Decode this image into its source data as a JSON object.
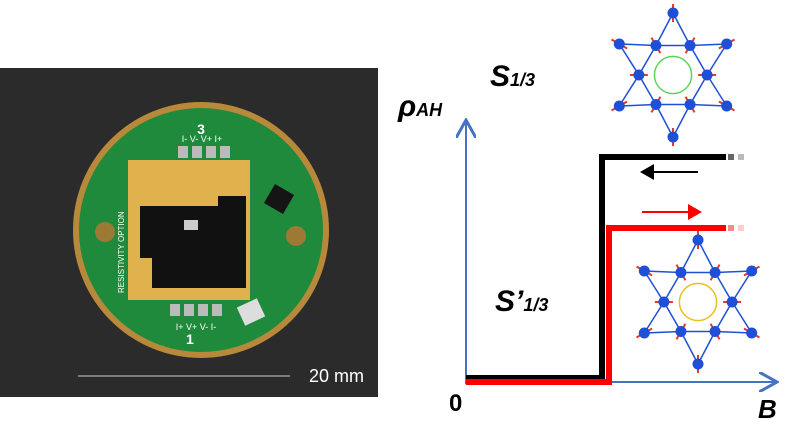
{
  "photo": {
    "scale_bar_label": "20 mm",
    "board_text": {
      "resistivity": "RESISTIVITY OPTION",
      "channel_top": "3",
      "channel_bottom": "1",
      "pins_top": "I- V- V+ I+",
      "pins_bottom": "I+ V+ V- I-"
    }
  },
  "diagram": {
    "y_axis_label": "ρ",
    "y_axis_sub": "AH",
    "x_axis_label": "B",
    "origin_label": "0",
    "state_top": {
      "main": "S",
      "sub": "1/3"
    },
    "state_bottom": {
      "main": "S’",
      "sub": "1/3"
    },
    "colors": {
      "axis": "#4472c4",
      "down_sweep": "#000000",
      "up_sweep": "#ff0000",
      "atom": "#1f4fd6",
      "spin": "#e53a2a",
      "loop_top": "#5fd35f",
      "loop_bottom": "#e8c020"
    }
  }
}
